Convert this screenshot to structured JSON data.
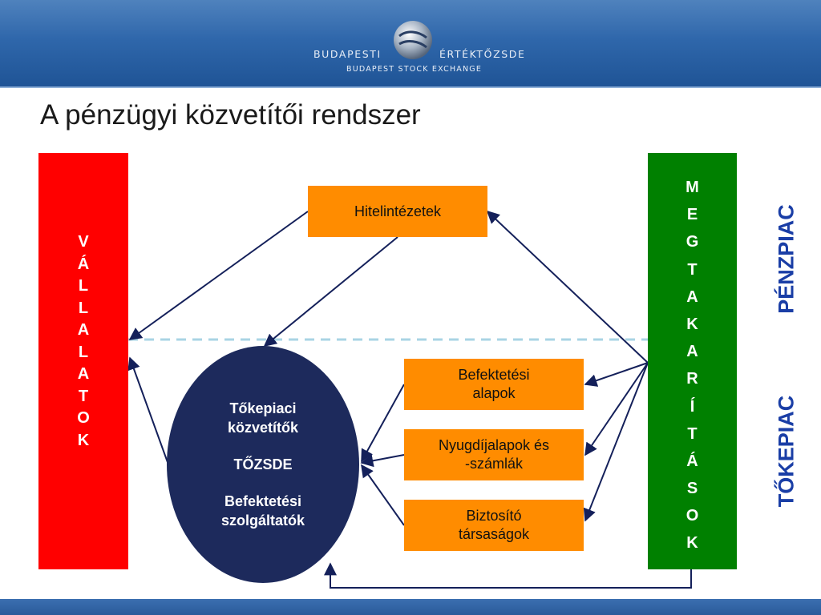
{
  "header": {
    "logo_left": "BUDAPESTI",
    "logo_right": "ÉRTÉKTŐZSDE",
    "logo_sub": "BUDAPEST STOCK EXCHANGE"
  },
  "title": "A pénzügyi közvetítői rendszer",
  "left_column": {
    "letters": [
      "V",
      "Á",
      "L",
      "L",
      "A",
      "L",
      "A",
      "T",
      "O",
      "K"
    ],
    "color": "#ff0000"
  },
  "right_column": {
    "letters": [
      "M",
      "E",
      "G",
      "T",
      "A",
      "K",
      "A",
      "R",
      "Í",
      "T",
      "Á",
      "S",
      "O",
      "K"
    ],
    "color": "#008000"
  },
  "boxes": {
    "hitel": "Hitelintézetek",
    "bef_line1": "Befektetési",
    "bef_line2": "alapok",
    "nyug_line1": "Nyugdíjalapok és",
    "nyug_line2": "-számlák",
    "bizt_line1": "Biztosító",
    "bizt_line2": "társaságok",
    "box_color": "#ff8c00"
  },
  "center": {
    "line1": "Tőkepiaci",
    "line2": "közvetítők",
    "line3": "TŐZSDE",
    "line4": "Befektetési",
    "line5": "szolgáltatók",
    "color": "#1d2a5c"
  },
  "side_labels": {
    "penzpiac": "PÉNZPIAC",
    "tokepiac": "TŐKEPIAC",
    "color": "#1a3ea6"
  }
}
